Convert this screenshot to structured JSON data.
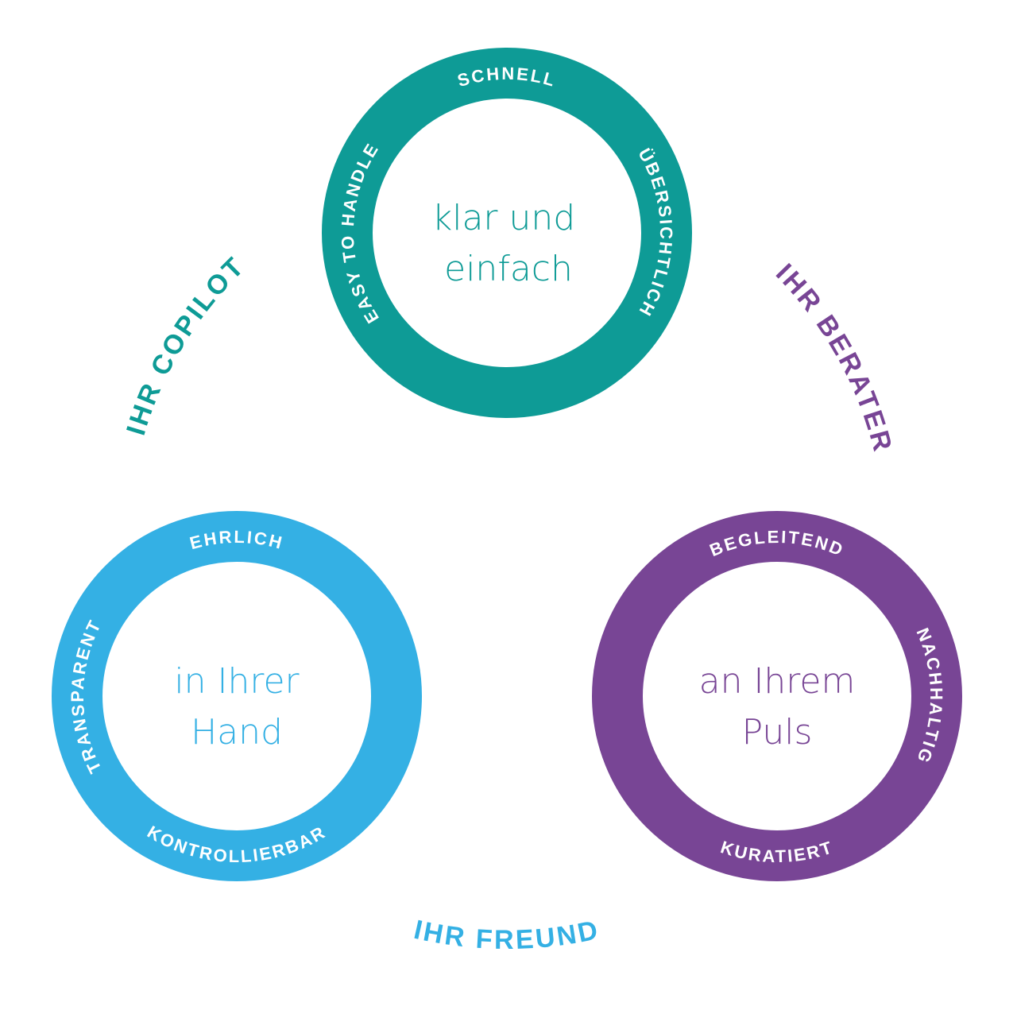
{
  "colors": {
    "teal": "#0e9b96",
    "blue": "#34b0e4",
    "purple": "#784595",
    "background": "#ffffff"
  },
  "circles": {
    "teal": {
      "line1": "klar und",
      "line2": "einfach",
      "top": "SCHNELL",
      "left": "EASY TO HANDLE",
      "right": "ÜBERSICHTLICH"
    },
    "blue": {
      "line1": "in Ihrer",
      "line2": "Hand",
      "top": "EHRLICH",
      "left": "TRANSPARENT",
      "bottom": "KONTROLLIERBAR"
    },
    "purple": {
      "line1": "an Ihrem",
      "line2": "Puls",
      "top": "BEGLEITEND",
      "right": "NACHHALTIG",
      "bottom": "KURATIERT"
    }
  },
  "outer_labels": {
    "copilot": "IHR COPILOT",
    "berater": "IHR BERATER",
    "freund": "IHR FREUND"
  }
}
